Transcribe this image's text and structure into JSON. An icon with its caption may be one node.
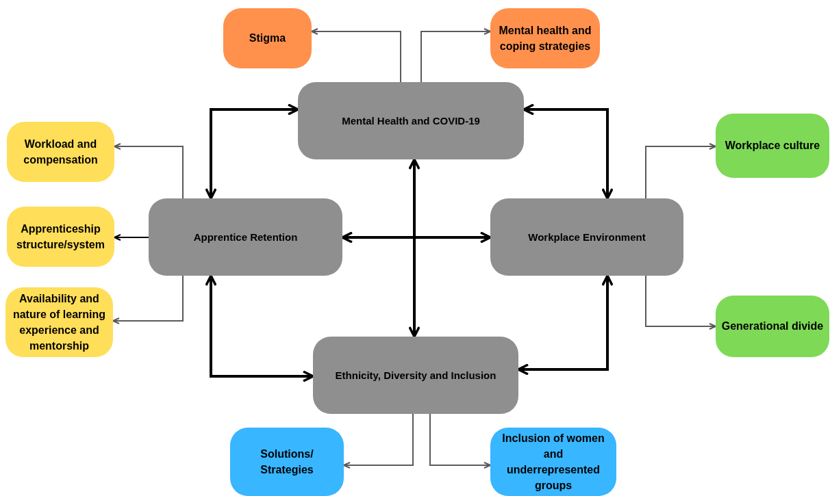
{
  "diagram": {
    "nodes": [
      {
        "text": [
          "Stigma"
        ]
      },
      {
        "text": [
          "Mental health and coping strategies"
        ]
      },
      {
        "text": [
          "Mental Health and COVID-19"
        ]
      },
      {
        "text": [
          "Workload and compensation"
        ]
      },
      {
        "text": [
          "Apprenticeship structure/system"
        ]
      },
      {
        "text": [
          "Availability and nature of learning experience and mentorship"
        ]
      },
      {
        "text": [
          "Apprentice Retention"
        ]
      },
      {
        "text": [
          "Workplace Environment"
        ]
      },
      {
        "text": [
          "Workplace culture"
        ]
      },
      {
        "text": [
          "Generational divide"
        ]
      },
      {
        "text": [
          "Ethnicity, Diversity and Inclusion"
        ]
      },
      {
        "text": [
          "Solutions/ Strategies"
        ]
      },
      {
        "text": [
          "Inclusion of women and underrepresented groups"
        ]
      }
    ],
    "edges": [
      {
        "from": 2,
        "to": 0,
        "arrow": "to"
      },
      {
        "from": 2,
        "to": 1,
        "arrow": "to"
      },
      {
        "from": 6,
        "to": 2,
        "arrow": "both",
        "style": "thick",
        "color": "#000000"
      },
      {
        "from": 2,
        "to": 7,
        "arrow": "both",
        "style": "thick",
        "color": "#000000"
      },
      {
        "from": 6,
        "to": 7,
        "arrow": "both",
        "style": "thick",
        "color": "#000000"
      },
      {
        "from": 2,
        "to": 10,
        "arrow": "both",
        "style": "thick",
        "color": "#000000"
      },
      {
        "from": 6,
        "to": 10,
        "arrow": "both",
        "style": "thick",
        "color": "#000000"
      },
      {
        "from": 7,
        "to": 10,
        "arrow": "both",
        "style": "thick",
        "color": "#000000"
      },
      {
        "from": 6,
        "to": 3,
        "arrow": "to"
      },
      {
        "from": 6,
        "to": 4,
        "arrow": "to",
        "color": "#000000"
      },
      {
        "from": 6,
        "to": 5,
        "arrow": "to"
      },
      {
        "from": 7,
        "to": 8,
        "arrow": "to"
      },
      {
        "from": 7,
        "to": 9,
        "arrow": "to"
      },
      {
        "from": 10,
        "to": 11,
        "arrow": "to"
      },
      {
        "from": 10,
        "to": 12,
        "arrow": "to"
      }
    ]
  }
}
